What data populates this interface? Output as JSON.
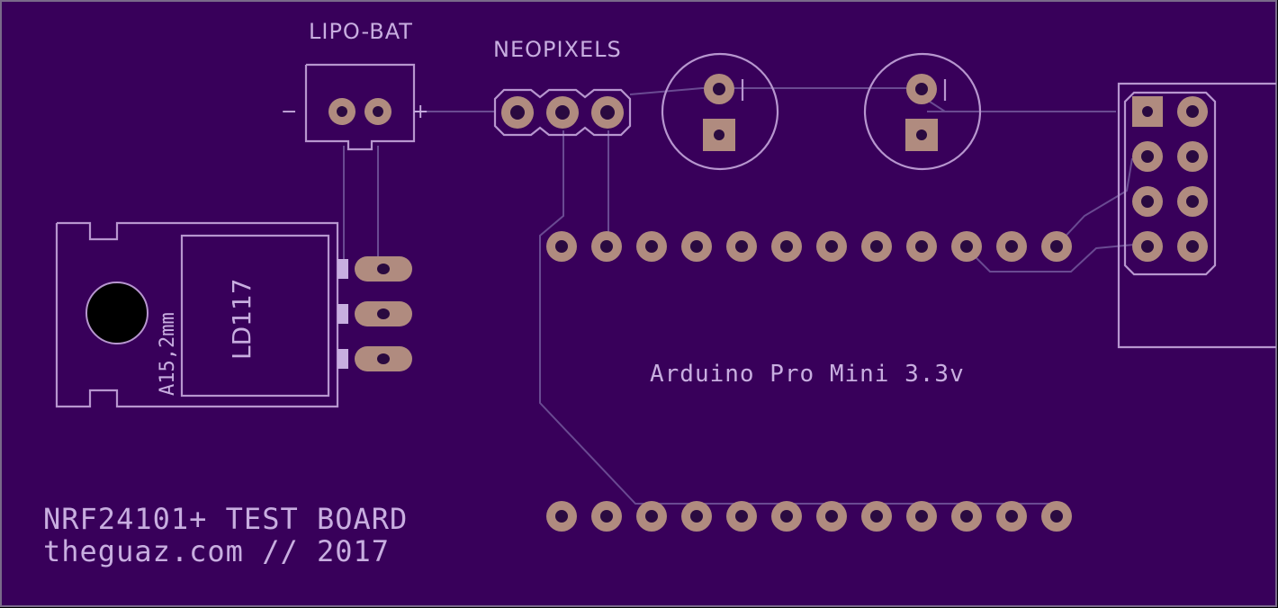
{
  "labels": {
    "lipo_bat": "LIPO-BAT",
    "minus": "−",
    "plus": "+",
    "neopixels": "NEOPIXELS",
    "regulator_part": "LD117",
    "regulator_package": "A15,2mm",
    "arduino": "Arduino Pro Mini 3.3v",
    "title_line1": "NRF24101+ TEST BOARD",
    "title_line2": "theguaz.com // 2017"
  },
  "colors": {
    "board": "#38005a",
    "silkscreen": "#c8aee0",
    "trace": "#6a4a92",
    "pad": "#b08b7f"
  }
}
